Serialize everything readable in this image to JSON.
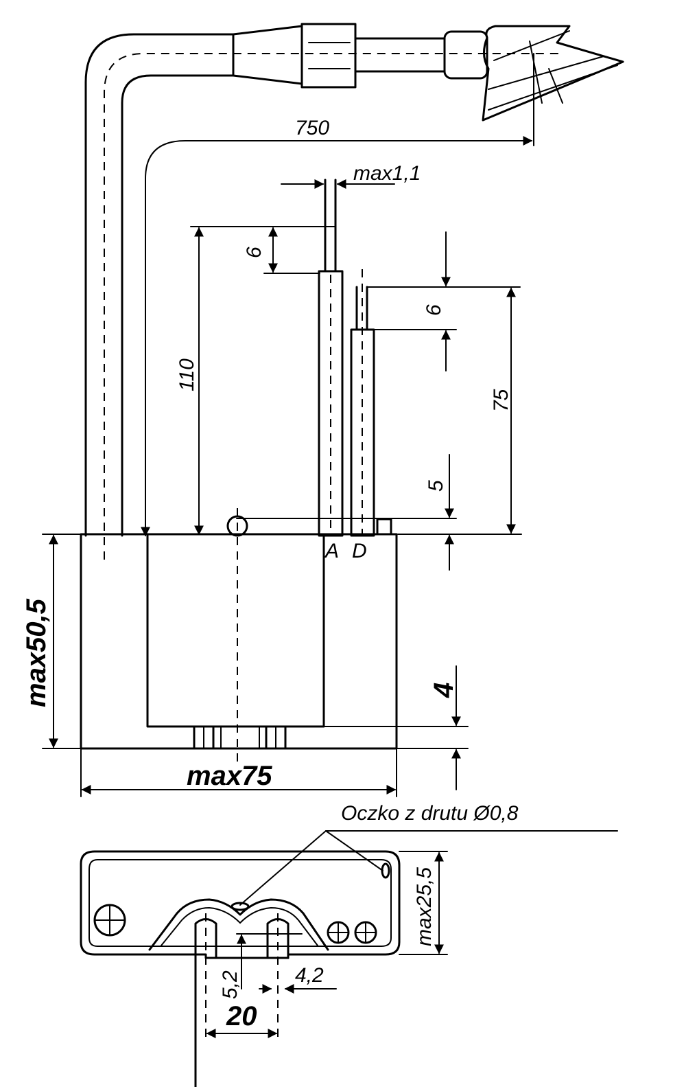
{
  "dimensions": {
    "cable_length": "750",
    "wire_max_diameter": "max1,1",
    "tip_a_length": "6",
    "total_height": "110",
    "tip_d_length": "6",
    "lead_d_length": "75",
    "base_offset": "5",
    "terminal_a": "A",
    "terminal_d": "D",
    "body_height": "max50,5",
    "foot_height": "4",
    "body_width": "max75",
    "depth": "max25,5",
    "slot_width": "5,2",
    "slot_gap": "4,2",
    "slot_pitch": "20"
  },
  "callout": {
    "wire_eye": "Oczko z drutu Ø0,8"
  }
}
